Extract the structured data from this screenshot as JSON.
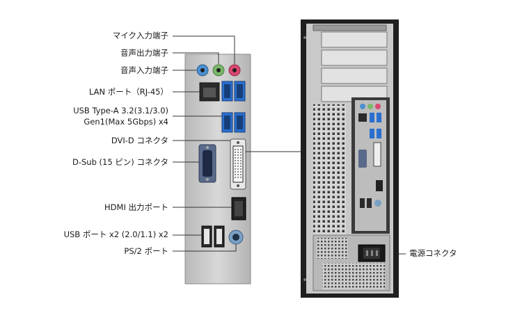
{
  "labels": {
    "mic_in": "マイク入力端子",
    "audio_out": "音声出力端子",
    "audio_in": "音声入力端子",
    "lan": "LAN ポート（RJ-45）",
    "usb_a_line1": "USB Type-A 3.2(3.1/3.0)",
    "usb_a_line2": "Gen1(Max 5Gbps) x4",
    "dvi": "DVI-D コネクタ",
    "dsub": "D-Sub (15 ピン) コネクタ",
    "hdmi": "HDMI 出力ポート",
    "usb2": "USB ポート x2 (2.0/1.1) x2",
    "ps2": "PS/2 ポート",
    "power": "電源コネクタ"
  },
  "colors": {
    "usb3_blue": "#2a6fd0",
    "mic_pink": "#d9476f",
    "audio_out_green": "#7ab86a",
    "audio_in_blue": "#4b8fd0",
    "chassis": "#1f1f1f",
    "panel": "#c9c9c9"
  }
}
